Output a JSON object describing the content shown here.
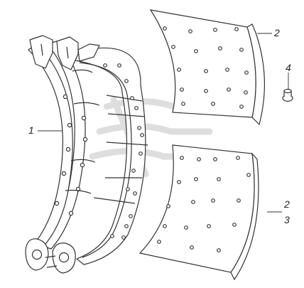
{
  "diagram": {
    "callouts": {
      "shoe": "1",
      "lining_upper": "2",
      "rivet": "4",
      "lining_lower": "2",
      "lining_lower_alt": "3"
    },
    "watermark_icon": "stylized-truck-logo-watermark",
    "colors": {
      "line": "#333333",
      "fill": "#ffffff",
      "watermark": "#d8d8d8"
    }
  }
}
